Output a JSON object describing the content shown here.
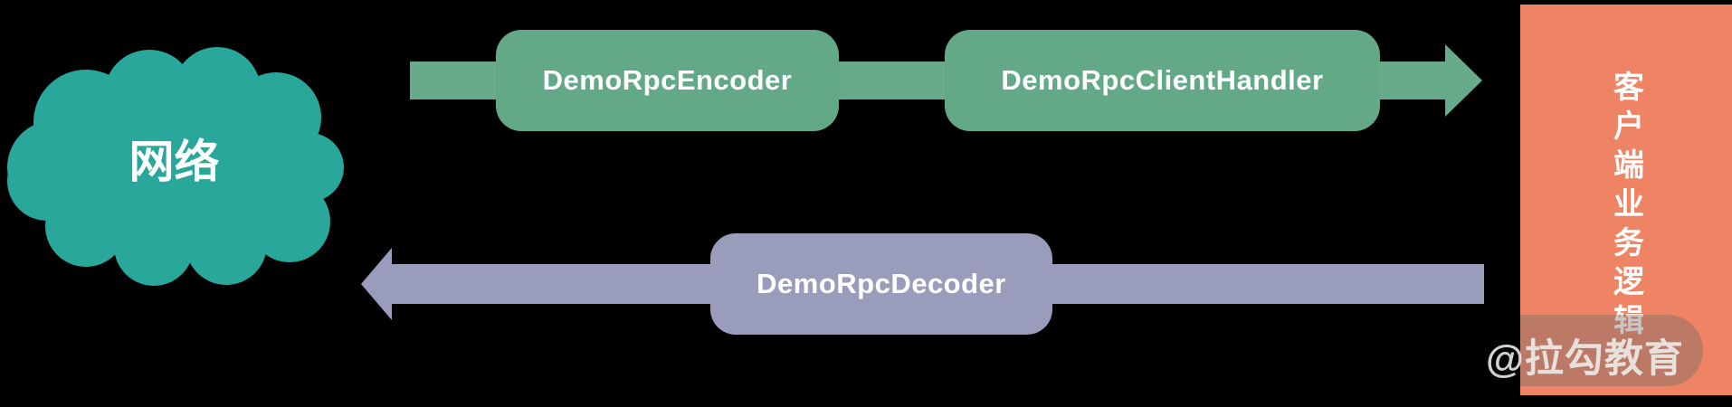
{
  "diagram": {
    "description": "Netty RPC client pipeline flow diagram",
    "colors": {
      "background": "#000000",
      "cloud": "#2aa79b",
      "request_flow": "#68ab8a",
      "response_flow": "#9a9cbb",
      "client_panel": "#ef8465",
      "text": "#ffffff"
    },
    "cloud": {
      "label": "网络"
    },
    "request_flow": {
      "direction": "left-to-right",
      "from": "网络",
      "to": "客户端业务逻辑",
      "nodes": [
        {
          "label": "DemoRpcEncoder"
        },
        {
          "label": "DemoRpcClientHandler"
        }
      ]
    },
    "response_flow": {
      "direction": "right-to-left",
      "from": "客户端业务逻辑",
      "to": "网络",
      "nodes": [
        {
          "label": "DemoRpcDecoder"
        }
      ]
    },
    "client_panel": {
      "label": "客户端业务逻辑"
    },
    "watermark": {
      "label": "@拉勾教育"
    }
  }
}
